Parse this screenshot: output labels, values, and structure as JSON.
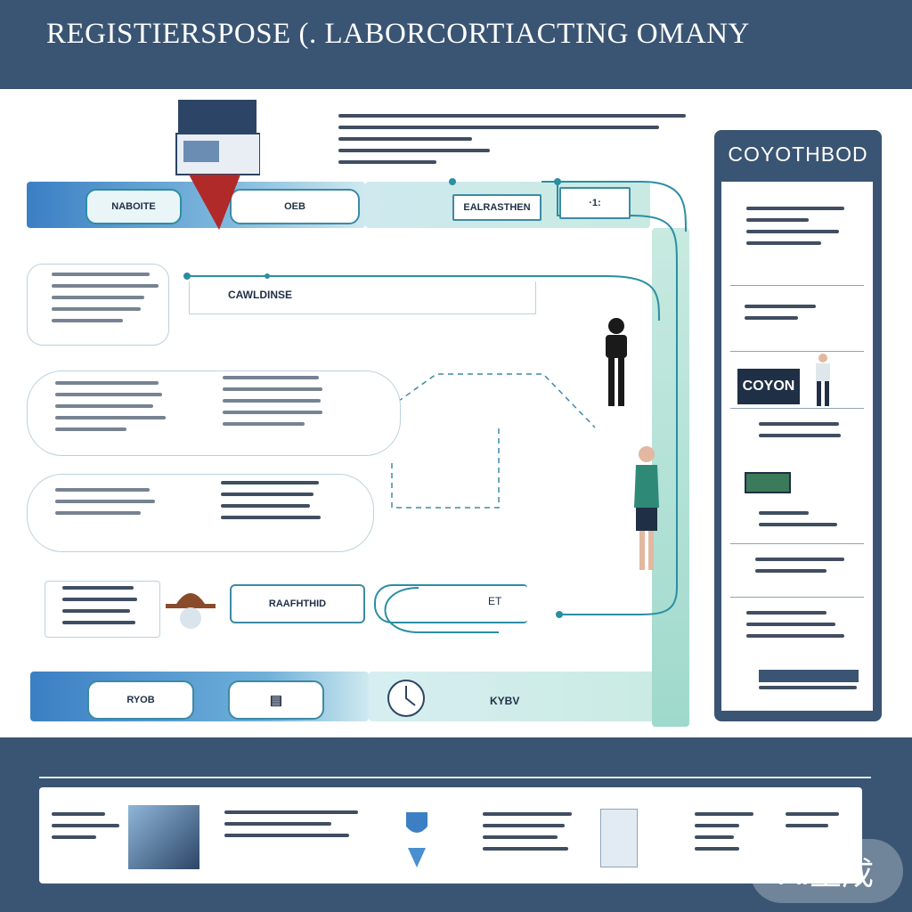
{
  "header": {
    "title": "REGISTIERSPOSE (. LABORCORTIACTING OMANY"
  },
  "diagram": {
    "top_pills": {
      "left": "NABOITE",
      "middle": "OEB",
      "right": "EALRASTHEN",
      "far": "·1:"
    },
    "middle_label": "CAWLDINSE",
    "bottom_pills": {
      "left": "RYOB",
      "right": "KYBV"
    },
    "lower_left_label": "RAAFHTHID",
    "lower_right_label": "ET"
  },
  "right_panel": {
    "title": "COYOTHBOD",
    "photo_label": "COYON"
  },
  "colors": {
    "header_bg": "#3a5573",
    "accent_teal": "#2b8ea3",
    "band_blue": "#3b7fc4",
    "band_mint": "#c8eae1",
    "marker_red": "#b02a2a"
  },
  "badge": {
    "text": "AI生成"
  }
}
